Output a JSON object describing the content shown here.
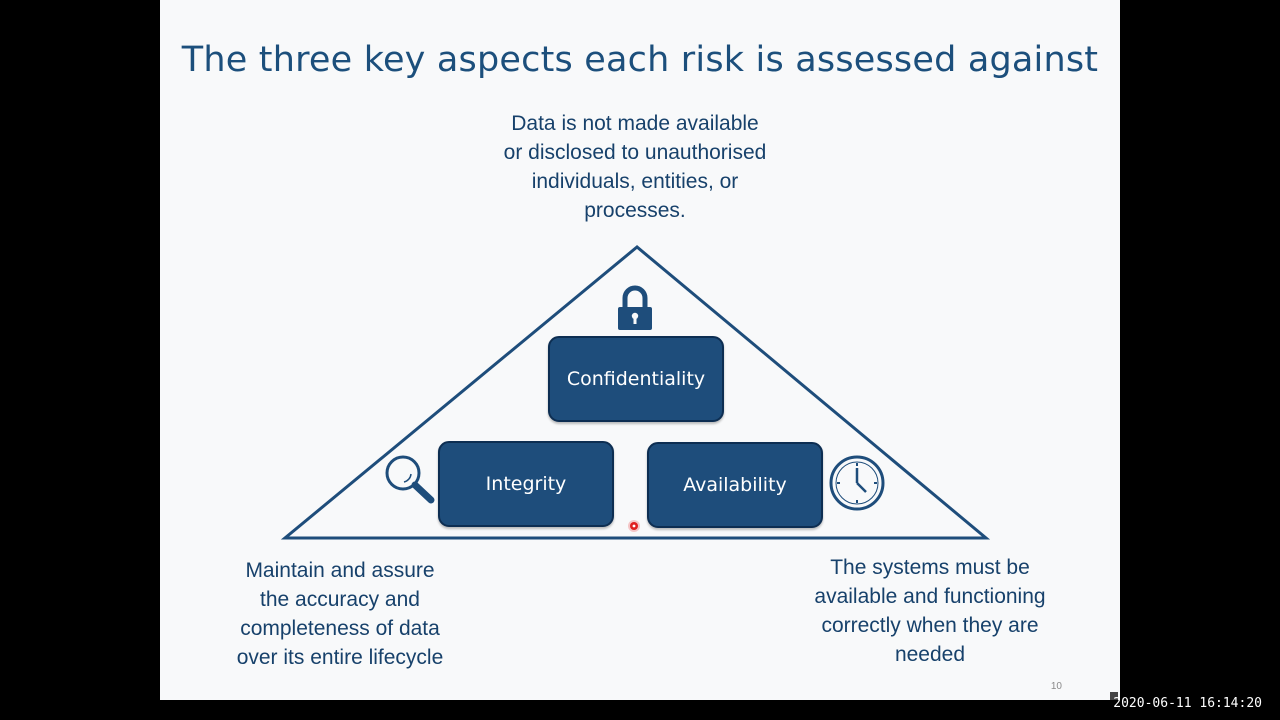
{
  "slide": {
    "title": "The three key aspects each risk is assessed against",
    "page_number": "10"
  },
  "aspects": {
    "confidentiality": {
      "label": "Confidentiality",
      "icon": "lock-icon",
      "description_lines": [
        "Data is not made available",
        "or disclosed to unauthorised",
        "individuals, entities, or",
        "processes."
      ]
    },
    "integrity": {
      "label": "Integrity",
      "icon": "magnifier-icon",
      "description_lines": [
        "Maintain and assure",
        "the accuracy and",
        "completeness of data",
        "over its entire lifecycle"
      ]
    },
    "availability": {
      "label": "Availability",
      "icon": "clock-icon",
      "description_lines": [
        "The systems must be",
        "available and functioning",
        "correctly when they are",
        "needed"
      ]
    }
  },
  "overlay": {
    "timestamp": "2020-06-11  16:14:20"
  },
  "colors": {
    "primary": "#1e4d7b",
    "text": "#17416b",
    "background": "#f8f9fa",
    "pointer": "#e02020"
  }
}
